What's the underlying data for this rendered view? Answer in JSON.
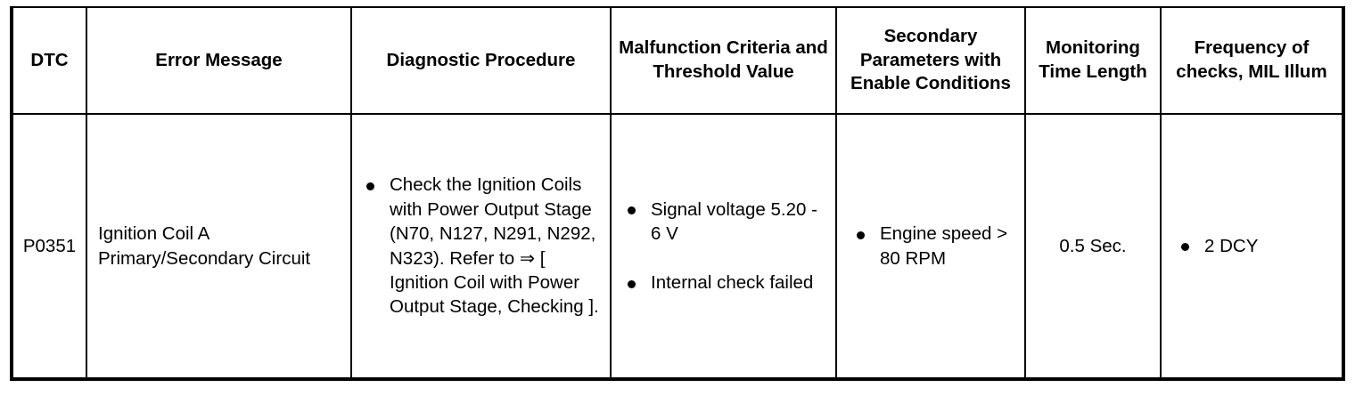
{
  "table": {
    "columns": [
      {
        "key": "dtc",
        "label": "DTC"
      },
      {
        "key": "error",
        "label": "Error Message"
      },
      {
        "key": "diag",
        "label": "Diagnostic Procedure"
      },
      {
        "key": "malf",
        "label": "Malfunction Criteria and Threshold Value"
      },
      {
        "key": "sec",
        "label": "Secondary Parameters with Enable Conditions"
      },
      {
        "key": "mon",
        "label": "Monitoring Time Length"
      },
      {
        "key": "freq",
        "label": "Frequency of checks, MIL Illum"
      }
    ],
    "rows": [
      {
        "dtc": "P0351",
        "error": "Ignition Coil A Primary/Secondary Circuit",
        "diagnostic_procedure": [
          "Check the Ignition Coils with Power Output Stage (N70, N127, N291, N292, N323). Refer to ⇒ [ Ignition Coil with Power Output Stage, Checking ]."
        ],
        "malfunction_criteria": [
          "Signal voltage 5.20 - 6 V",
          "Internal check failed"
        ],
        "secondary_parameters": [
          "Engine speed > 80 RPM"
        ],
        "monitoring_time_length": "0.5 Sec.",
        "frequency_of_checks": [
          "2 DCY"
        ]
      }
    ]
  },
  "colors": {
    "border": "#000000",
    "text": "#000000",
    "background": "#ffffff"
  }
}
